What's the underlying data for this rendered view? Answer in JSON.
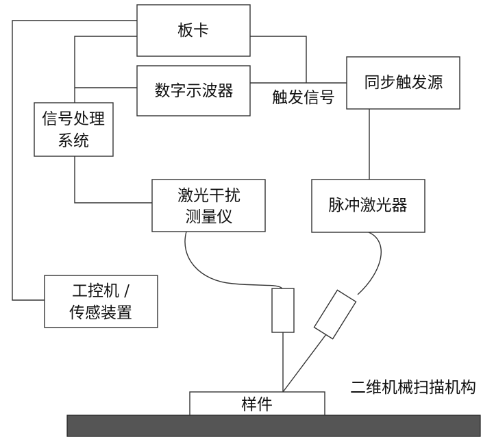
{
  "nodes": {
    "board": "板卡",
    "oscilloscope": "数字示波器",
    "sync_trigger": "同步触发源",
    "signal_processing": [
      "信号处理",
      "系统"
    ],
    "interferometer": [
      "激光干扰",
      "测量仪"
    ],
    "pulse_laser": "脉冲激光器",
    "industrial_pc": [
      "工控机 /",
      "传感装置"
    ],
    "sample": "样件"
  },
  "labels": {
    "trigger_signal": "触发信号",
    "scan_mechanism": "二维机械扫描机构"
  },
  "colors": {
    "line": "#333333",
    "stage_fill": "#555555",
    "text": "#111111"
  }
}
